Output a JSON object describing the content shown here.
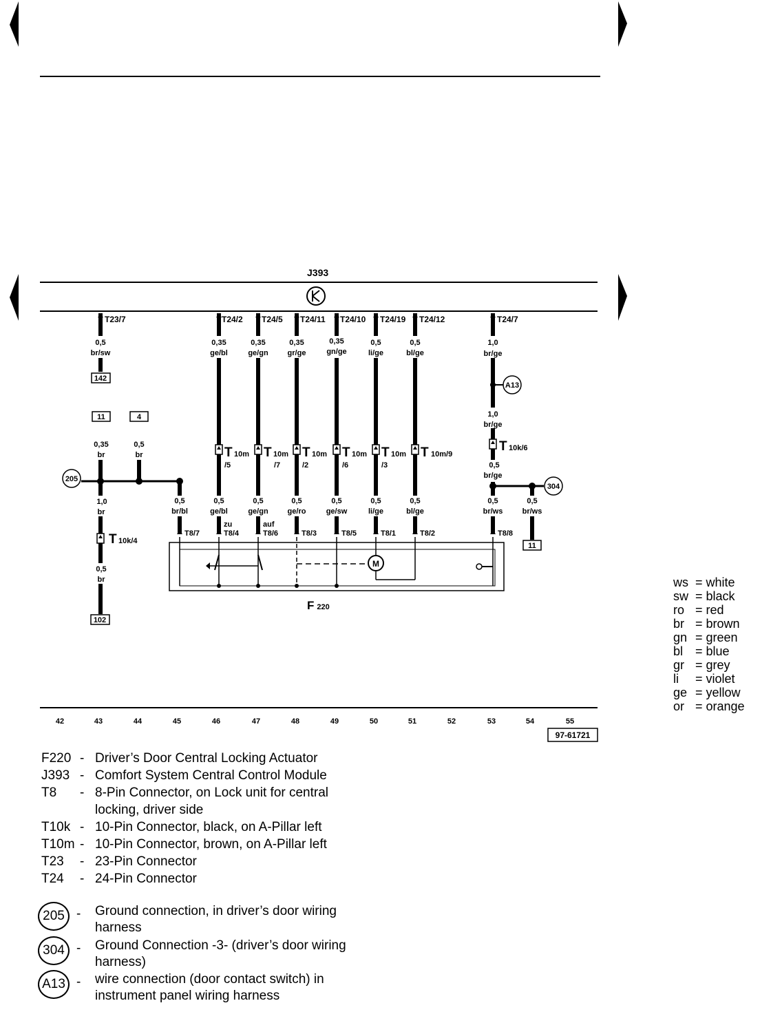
{
  "control_module": {
    "label": "J393",
    "pins": [
      "T23/7",
      "T24/2",
      "T24/5",
      "T24/11",
      "T24/10",
      "T24/19",
      "T24/12",
      "T24/7"
    ]
  },
  "wires_top": [
    {
      "size": "0,5",
      "color": "br/sw"
    },
    {
      "size": "0,35",
      "color": "ge/bl"
    },
    {
      "size": "0,35",
      "color": "ge/gn"
    },
    {
      "size": "0,35",
      "color": "gr/ge"
    },
    {
      "size": "0,35",
      "color": "gn/ge"
    },
    {
      "size": "0,5",
      "color": "li/ge"
    },
    {
      "size": "0,5",
      "color": "bl/ge"
    },
    {
      "size": "1,0",
      "color": "br/ge"
    }
  ],
  "refs": {
    "r142": "142",
    "r11a": "11",
    "r4": "4",
    "r102": "102",
    "r11b": "11"
  },
  "ground_points": {
    "g205": "205",
    "g304": "304",
    "a13": "A13"
  },
  "wires_mid": [
    {
      "size": "0,35",
      "color": "br"
    },
    {
      "size": "0,5",
      "color": "br"
    },
    {
      "size": "1,0",
      "color": "br"
    },
    {
      "size": "0,5",
      "color": "br"
    },
    {
      "size": "1,0",
      "color": "br/ge"
    },
    {
      "size": "0,5",
      "color": "br/ge"
    }
  ],
  "t10m_connectors": {
    "main": "T",
    "sub": "10m",
    "pins": [
      "/5",
      "/7",
      "/2",
      "/6",
      "/3"
    ],
    "last": "10m/9"
  },
  "t10k": {
    "main": "T",
    "k6": "10k/6",
    "k4": "10k/4"
  },
  "wires_bottom": [
    {
      "size": "0,5",
      "color": "br/bl"
    },
    {
      "size": "0,5",
      "color": "ge/bl"
    },
    {
      "size": "0,5",
      "color": "ge/gn"
    },
    {
      "size": "0,5",
      "color": "ge/ro"
    },
    {
      "size": "0,5",
      "color": "ge/sw"
    },
    {
      "size": "0,5",
      "color": "li/ge"
    },
    {
      "size": "0,5",
      "color": "bl/ge"
    },
    {
      "size": "0,5",
      "color": "br/ws"
    },
    {
      "size": "0,5",
      "color": "br/ws"
    }
  ],
  "t8_pins": [
    "T8/7",
    "T8/4",
    "T8/6",
    "T8/3",
    "T8/5",
    "T8/1",
    "T8/2",
    "T8/8"
  ],
  "switch_labels": {
    "zu": "zu",
    "auf": "auf"
  },
  "motor": "M",
  "actuator": {
    "label": "F",
    "sub": "220"
  },
  "current_tracks": [
    "42",
    "43",
    "44",
    "45",
    "46",
    "47",
    "48",
    "49",
    "50",
    "51",
    "52",
    "53",
    "54",
    "55"
  ],
  "doc_number": "97-61721",
  "color_legend": [
    {
      "abbr": "ws",
      "name": "white"
    },
    {
      "abbr": "sw",
      "name": "black"
    },
    {
      "abbr": "ro",
      "name": "red"
    },
    {
      "abbr": "br",
      "name": "brown"
    },
    {
      "abbr": "gn",
      "name": "green"
    },
    {
      "abbr": "bl",
      "name": "blue"
    },
    {
      "abbr": "gr",
      "name": "grey"
    },
    {
      "abbr": "li",
      "name": "violet"
    },
    {
      "abbr": "ge",
      "name": "yellow"
    },
    {
      "abbr": "or",
      "name": "orange"
    }
  ],
  "key": [
    {
      "code": "F220",
      "dash": "-",
      "desc": "Driver’s Door Central Locking Actuator"
    },
    {
      "code": "J393",
      "dash": "-",
      "desc": "Comfort System Central Control Module"
    },
    {
      "code": "T8",
      "dash": "-",
      "desc": "8-Pin Connector, on Lock unit for central locking, driver side"
    },
    {
      "code": "T10k",
      "dash": "-",
      "desc": "10-Pin Connector, black, on A-Pillar left"
    },
    {
      "code": "T10m",
      "dash": "-",
      "desc": "10-Pin Connector, brown, on A-Pillar left"
    },
    {
      "code": "T23",
      "dash": "-",
      "desc": "23-Pin Connector"
    },
    {
      "code": "T24",
      "dash": "-",
      "desc": "24-Pin Connector"
    }
  ],
  "ground_key": [
    {
      "code": "205",
      "dash": "-",
      "desc": "Ground connection, in driver’s door wiring harness"
    },
    {
      "code": "304",
      "dash": "-",
      "desc": "Ground Connection -3- (driver’s door wiring harness)"
    },
    {
      "code": "A13",
      "dash": "-",
      "desc": "wire connection (door contact switch) in instrument panel wiring harness"
    }
  ]
}
